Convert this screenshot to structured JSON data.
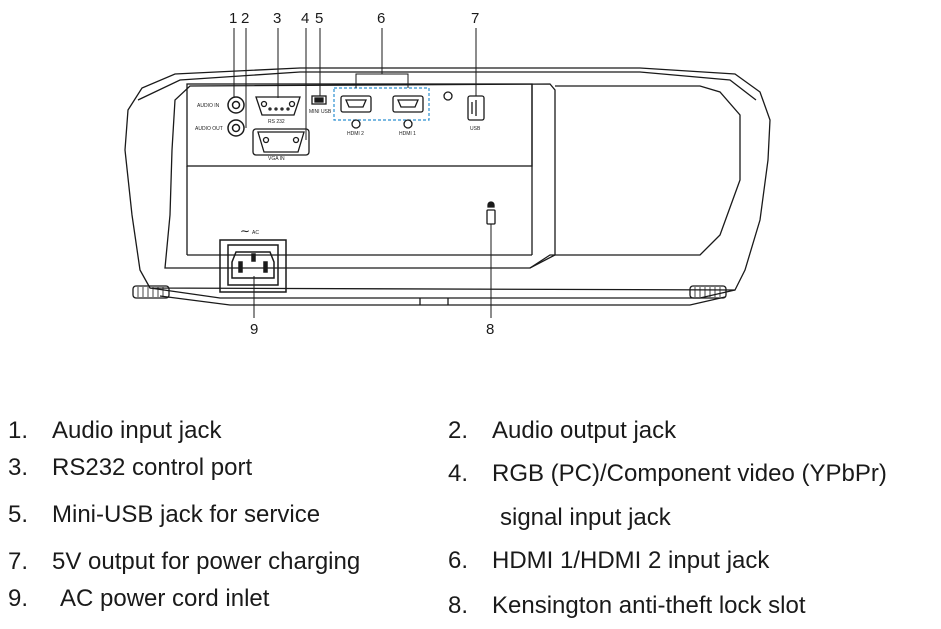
{
  "callouts": {
    "c1": "1",
    "c2": "2",
    "c3": "3",
    "c4": "4",
    "c5": "5",
    "c6": "6",
    "c7": "7",
    "c8": "8",
    "c9": "9"
  },
  "port_labels": {
    "audio_in": "AUDIO IN",
    "audio_out": "AUDIO OUT",
    "rs232": "RS 232",
    "vga_in": "VGA IN",
    "mini_usb": "MINI USB",
    "hdmi2": "HDMI 2",
    "hdmi1": "HDMI 1",
    "usb": "USB",
    "ac": "AC"
  },
  "legend": [
    {
      "num": "1.",
      "text": "Audio input jack"
    },
    {
      "num": "2.",
      "text": "Audio output jack"
    },
    {
      "num": "3.",
      "text": "RS232 control port"
    },
    {
      "num": "4.",
      "text": "RGB (PC)/Component video (YPbPr)"
    },
    {
      "num": "",
      "text": "signal input jack"
    },
    {
      "num": "5.",
      "text": "Mini-USB jack for service"
    },
    {
      "num": "7.",
      "text": "5V output for power charging"
    },
    {
      "num": "6.",
      "text": "HDMI 1/HDMI 2 input jack"
    },
    {
      "num": "9.",
      "text": "AC power cord inlet"
    },
    {
      "num": "8.",
      "text": "Kensington anti-theft lock slot"
    }
  ],
  "colors": {
    "line": "#1a1a1a",
    "hdmi_highlight": "#2b8fd0",
    "background": "#ffffff"
  }
}
